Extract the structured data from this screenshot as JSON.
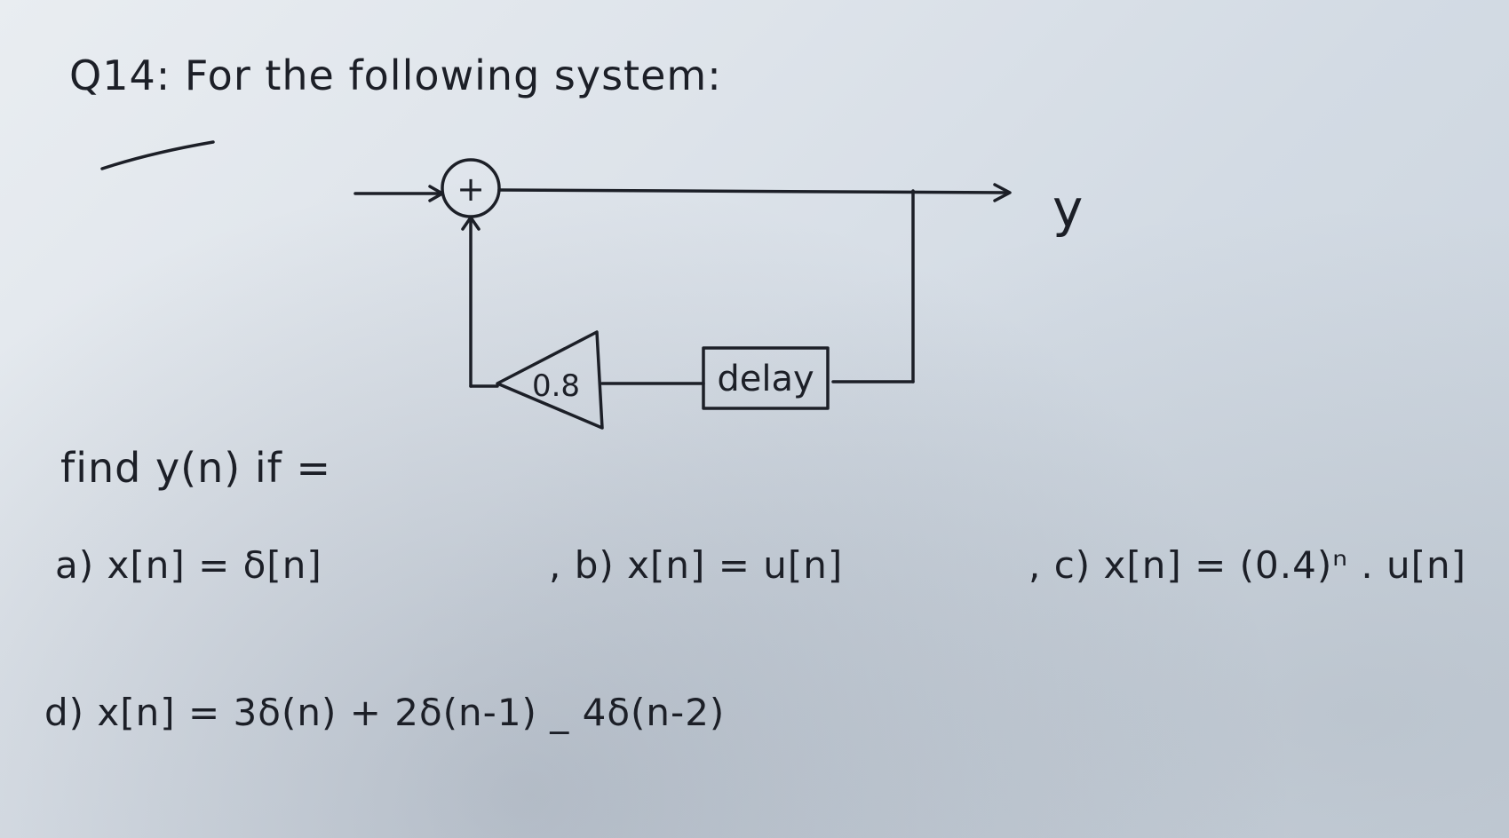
{
  "question": {
    "title": "Q14: For the following system:"
  },
  "diagram": {
    "adder_symbol": "+",
    "output_label": "y",
    "gain_label": "0.8",
    "delay_label": "delay"
  },
  "prompt": {
    "find_label": "find y(n) if ="
  },
  "parts": {
    "a": "a) x[n] = δ[n]",
    "b": ", b) x[n] = u[n]",
    "c": ", c) x[n] = (0.4)ⁿ . u[n]",
    "d": "d)   x[n] = 3δ(n) + 2δ(n-1) _ 4δ(n-2)"
  }
}
